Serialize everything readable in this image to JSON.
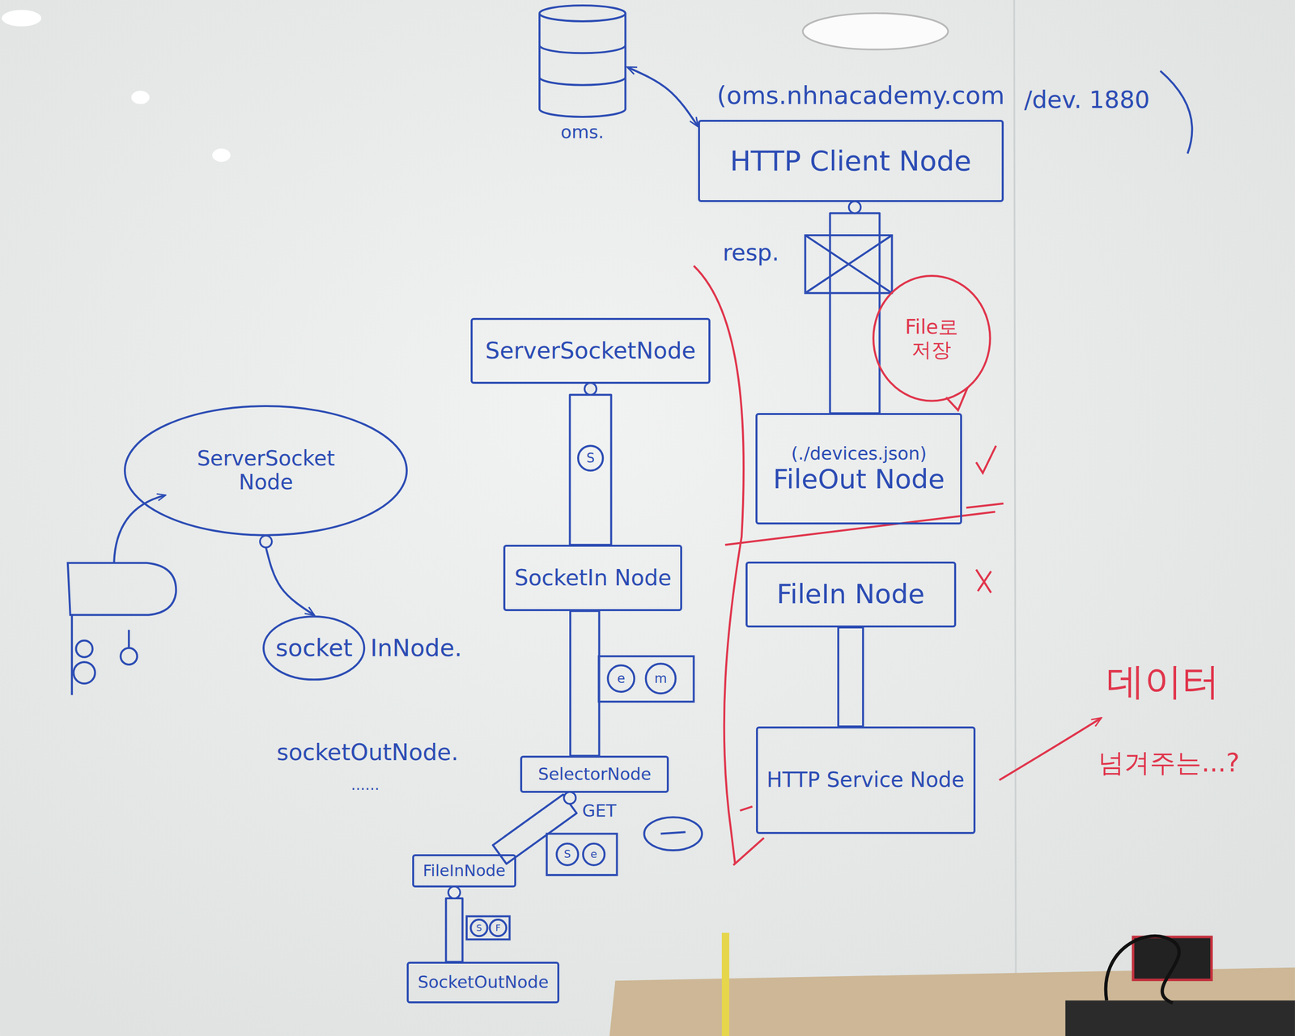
{
  "diagram": {
    "nodes": [
      {
        "text": [
          "oms."
        ]
      },
      {
        "text": [
          "HTTP Client Node"
        ]
      },
      {
        "text": [
          "File로 저장"
        ]
      },
      {
        "text": [
          "ServerSocketNode"
        ]
      },
      {
        "text": [
          "(./devices.json)",
          "FileOut Node"
        ]
      },
      {
        "text": [
          "ServerSocket Node"
        ]
      },
      {
        "text": [
          "SocketIn Node"
        ]
      },
      {
        "text": [
          "FileIn Node"
        ]
      },
      {
        "text": [
          "socket",
          "InNode."
        ]
      },
      {
        "text": [
          "SelectorNode"
        ]
      },
      {
        "text": [
          "HTTP Service Node"
        ]
      },
      {
        "text": [
          "FileInNode"
        ]
      },
      {
        "text": [
          "SocketOutNode"
        ]
      }
    ],
    "edges": [
      {
        "from": 0,
        "to": 1,
        "arrow": "both"
      },
      {
        "from": 1,
        "to": 4,
        "arrow": "none"
      },
      {
        "from": 3,
        "to": 6,
        "arrow": "none"
      },
      {
        "from": 6,
        "to": 9,
        "arrow": "none"
      },
      {
        "from": 9,
        "to": 11,
        "arrow": "none"
      },
      {
        "from": 11,
        "to": 12,
        "arrow": "none"
      },
      {
        "from": 7,
        "to": 10,
        "arrow": "none"
      },
      {
        "from": 5,
        "to": 8,
        "arrow": "to"
      }
    ],
    "labels": [
      "(oms.nhnacademy.com",
      "/dev. 1880",
      "resp.",
      "S",
      "e",
      "m",
      "socketOutNode.",
      "......",
      "GET",
      "S",
      "e",
      "S",
      "F",
      "데이터",
      "넘겨주는...?"
    ]
  }
}
